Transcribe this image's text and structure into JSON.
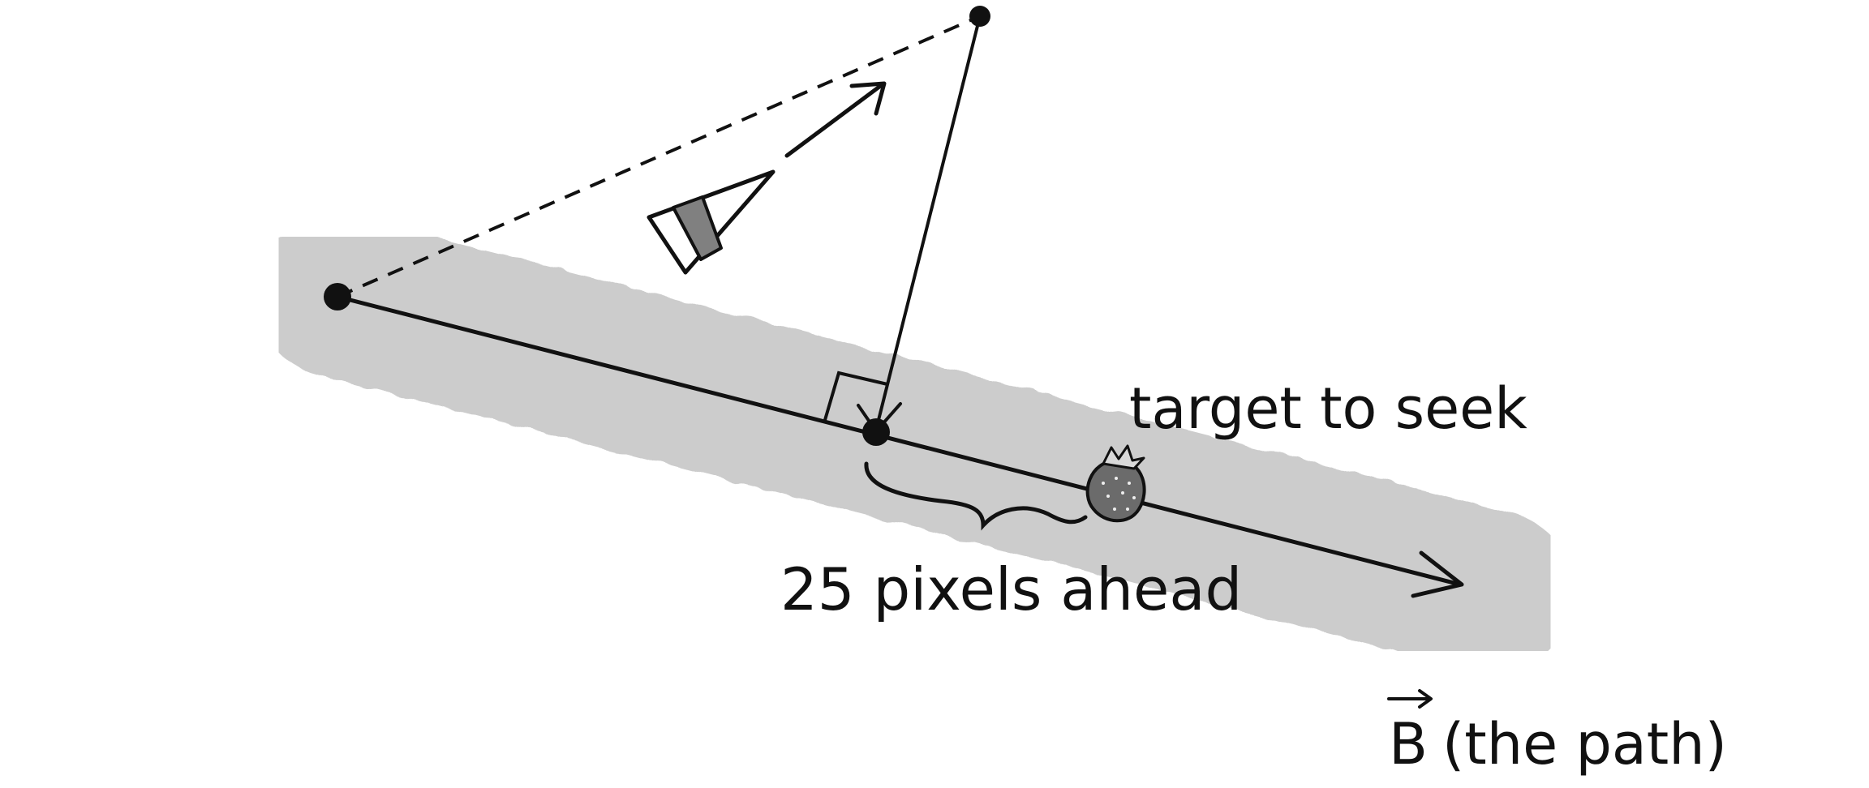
{
  "labels": {
    "target": "target to seek",
    "ahead": "25 pixels ahead",
    "path_vector": "B",
    "path_caption": "(the path)"
  },
  "colors": {
    "ink": "#111111",
    "path_band": "#cccccc",
    "vehicle_fill": "#808080",
    "strawberry": "#6b6b6b"
  },
  "icons": {
    "vehicle": "triangle-vehicle-icon",
    "target": "strawberry-icon"
  }
}
